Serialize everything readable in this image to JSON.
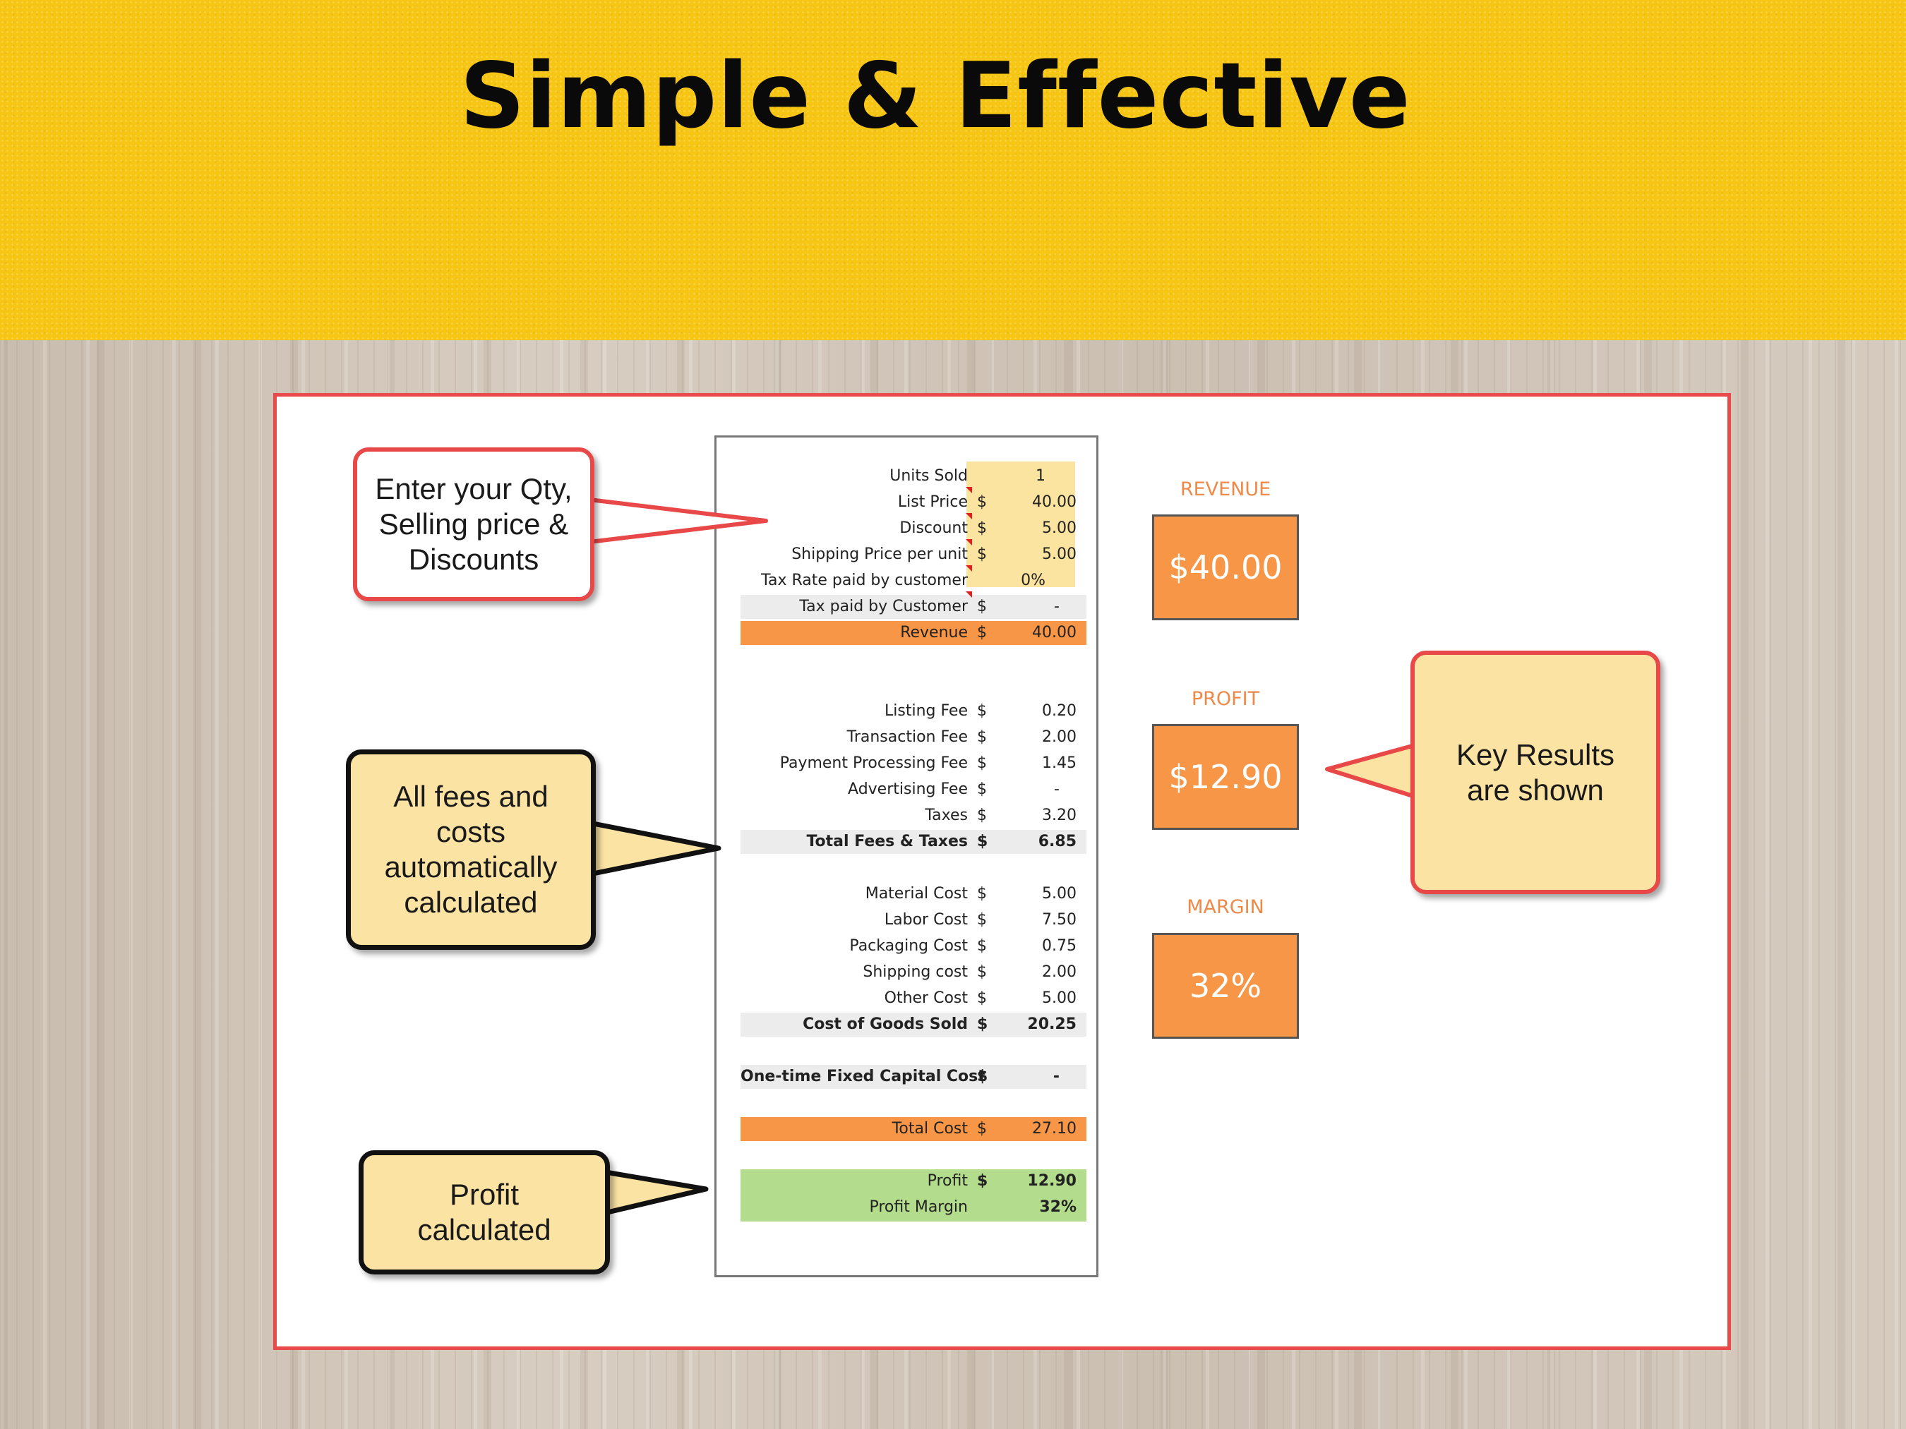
{
  "header": {
    "title": "Simple & Effective"
  },
  "callouts": {
    "enter": "Enter your Qty,\nSelling price &\nDiscounts",
    "fees": "All fees and\ncosts\nautomatically\ncalculated",
    "profit": "Profit\ncalculated",
    "key": "Key Results\nare shown"
  },
  "sheet": {
    "rows": [
      {
        "label": "Units Sold",
        "currency": "",
        "value": "1"
      },
      {
        "label": "List Price",
        "currency": "$",
        "value": "40.00"
      },
      {
        "label": "Discount",
        "currency": "$",
        "value": "5.00"
      },
      {
        "label": "Shipping Price per unit",
        "currency": "$",
        "value": "5.00"
      },
      {
        "label": "Tax Rate paid by customer",
        "currency": "",
        "value": "0%"
      },
      {
        "label": "Tax paid by Customer",
        "currency": "$",
        "value": "-"
      },
      {
        "label": "Revenue",
        "currency": "$",
        "value": "40.00"
      },
      {
        "label": "Listing Fee",
        "currency": "$",
        "value": "0.20"
      },
      {
        "label": "Transaction Fee",
        "currency": "$",
        "value": "2.00"
      },
      {
        "label": "Payment Processing Fee",
        "currency": "$",
        "value": "1.45"
      },
      {
        "label": "Advertising Fee",
        "currency": "$",
        "value": "-"
      },
      {
        "label": "Taxes",
        "currency": "$",
        "value": "3.20"
      },
      {
        "label": "Total Fees & Taxes",
        "currency": "$",
        "value": "6.85"
      },
      {
        "label": "Material Cost",
        "currency": "$",
        "value": "5.00"
      },
      {
        "label": "Labor Cost",
        "currency": "$",
        "value": "7.50"
      },
      {
        "label": "Packaging Cost",
        "currency": "$",
        "value": "0.75"
      },
      {
        "label": "Shipping cost",
        "currency": "$",
        "value": "2.00"
      },
      {
        "label": "Other Cost",
        "currency": "$",
        "value": "5.00"
      },
      {
        "label": "Cost of Goods Sold",
        "currency": "$",
        "value": "20.25"
      },
      {
        "label": "One-time Fixed Capital Cost",
        "currency": "$",
        "value": "-"
      },
      {
        "label": "Total Cost",
        "currency": "$",
        "value": "27.10"
      },
      {
        "label": "Profit",
        "currency": "$",
        "value": "12.90"
      },
      {
        "label": "Profit Margin",
        "currency": "",
        "value": "32%"
      }
    ]
  },
  "results": {
    "revenue": {
      "label": "REVENUE",
      "value": "$40.00"
    },
    "profit": {
      "label": "PROFIT",
      "value": "$12.90"
    },
    "margin": {
      "label": "MARGIN",
      "value": "32%"
    }
  },
  "colors": {
    "banner": "#f7c614",
    "panel_border": "#ea4a4a",
    "orange": "#f79646",
    "green": "#b3dd8c",
    "input_yellow": "#fbe4a0",
    "callout_yellow": "#fbe3a3"
  }
}
